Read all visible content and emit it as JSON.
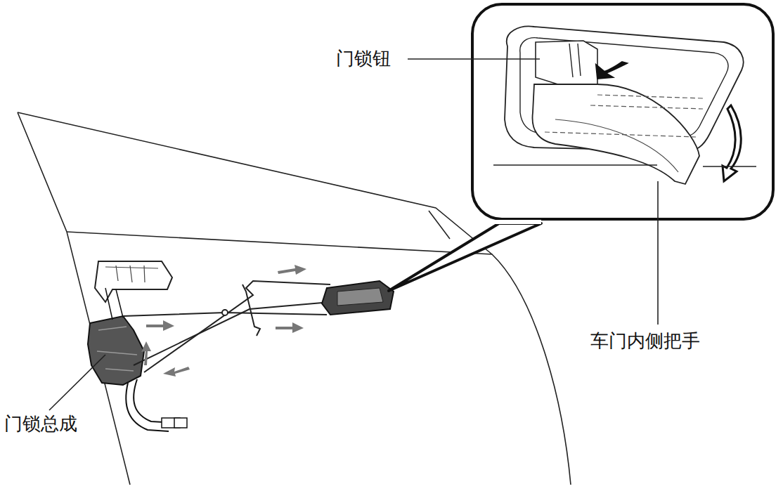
{
  "diagram": {
    "labels": [
      "门锁钮",
      "车门内侧把手",
      "门锁总成"
    ]
  }
}
